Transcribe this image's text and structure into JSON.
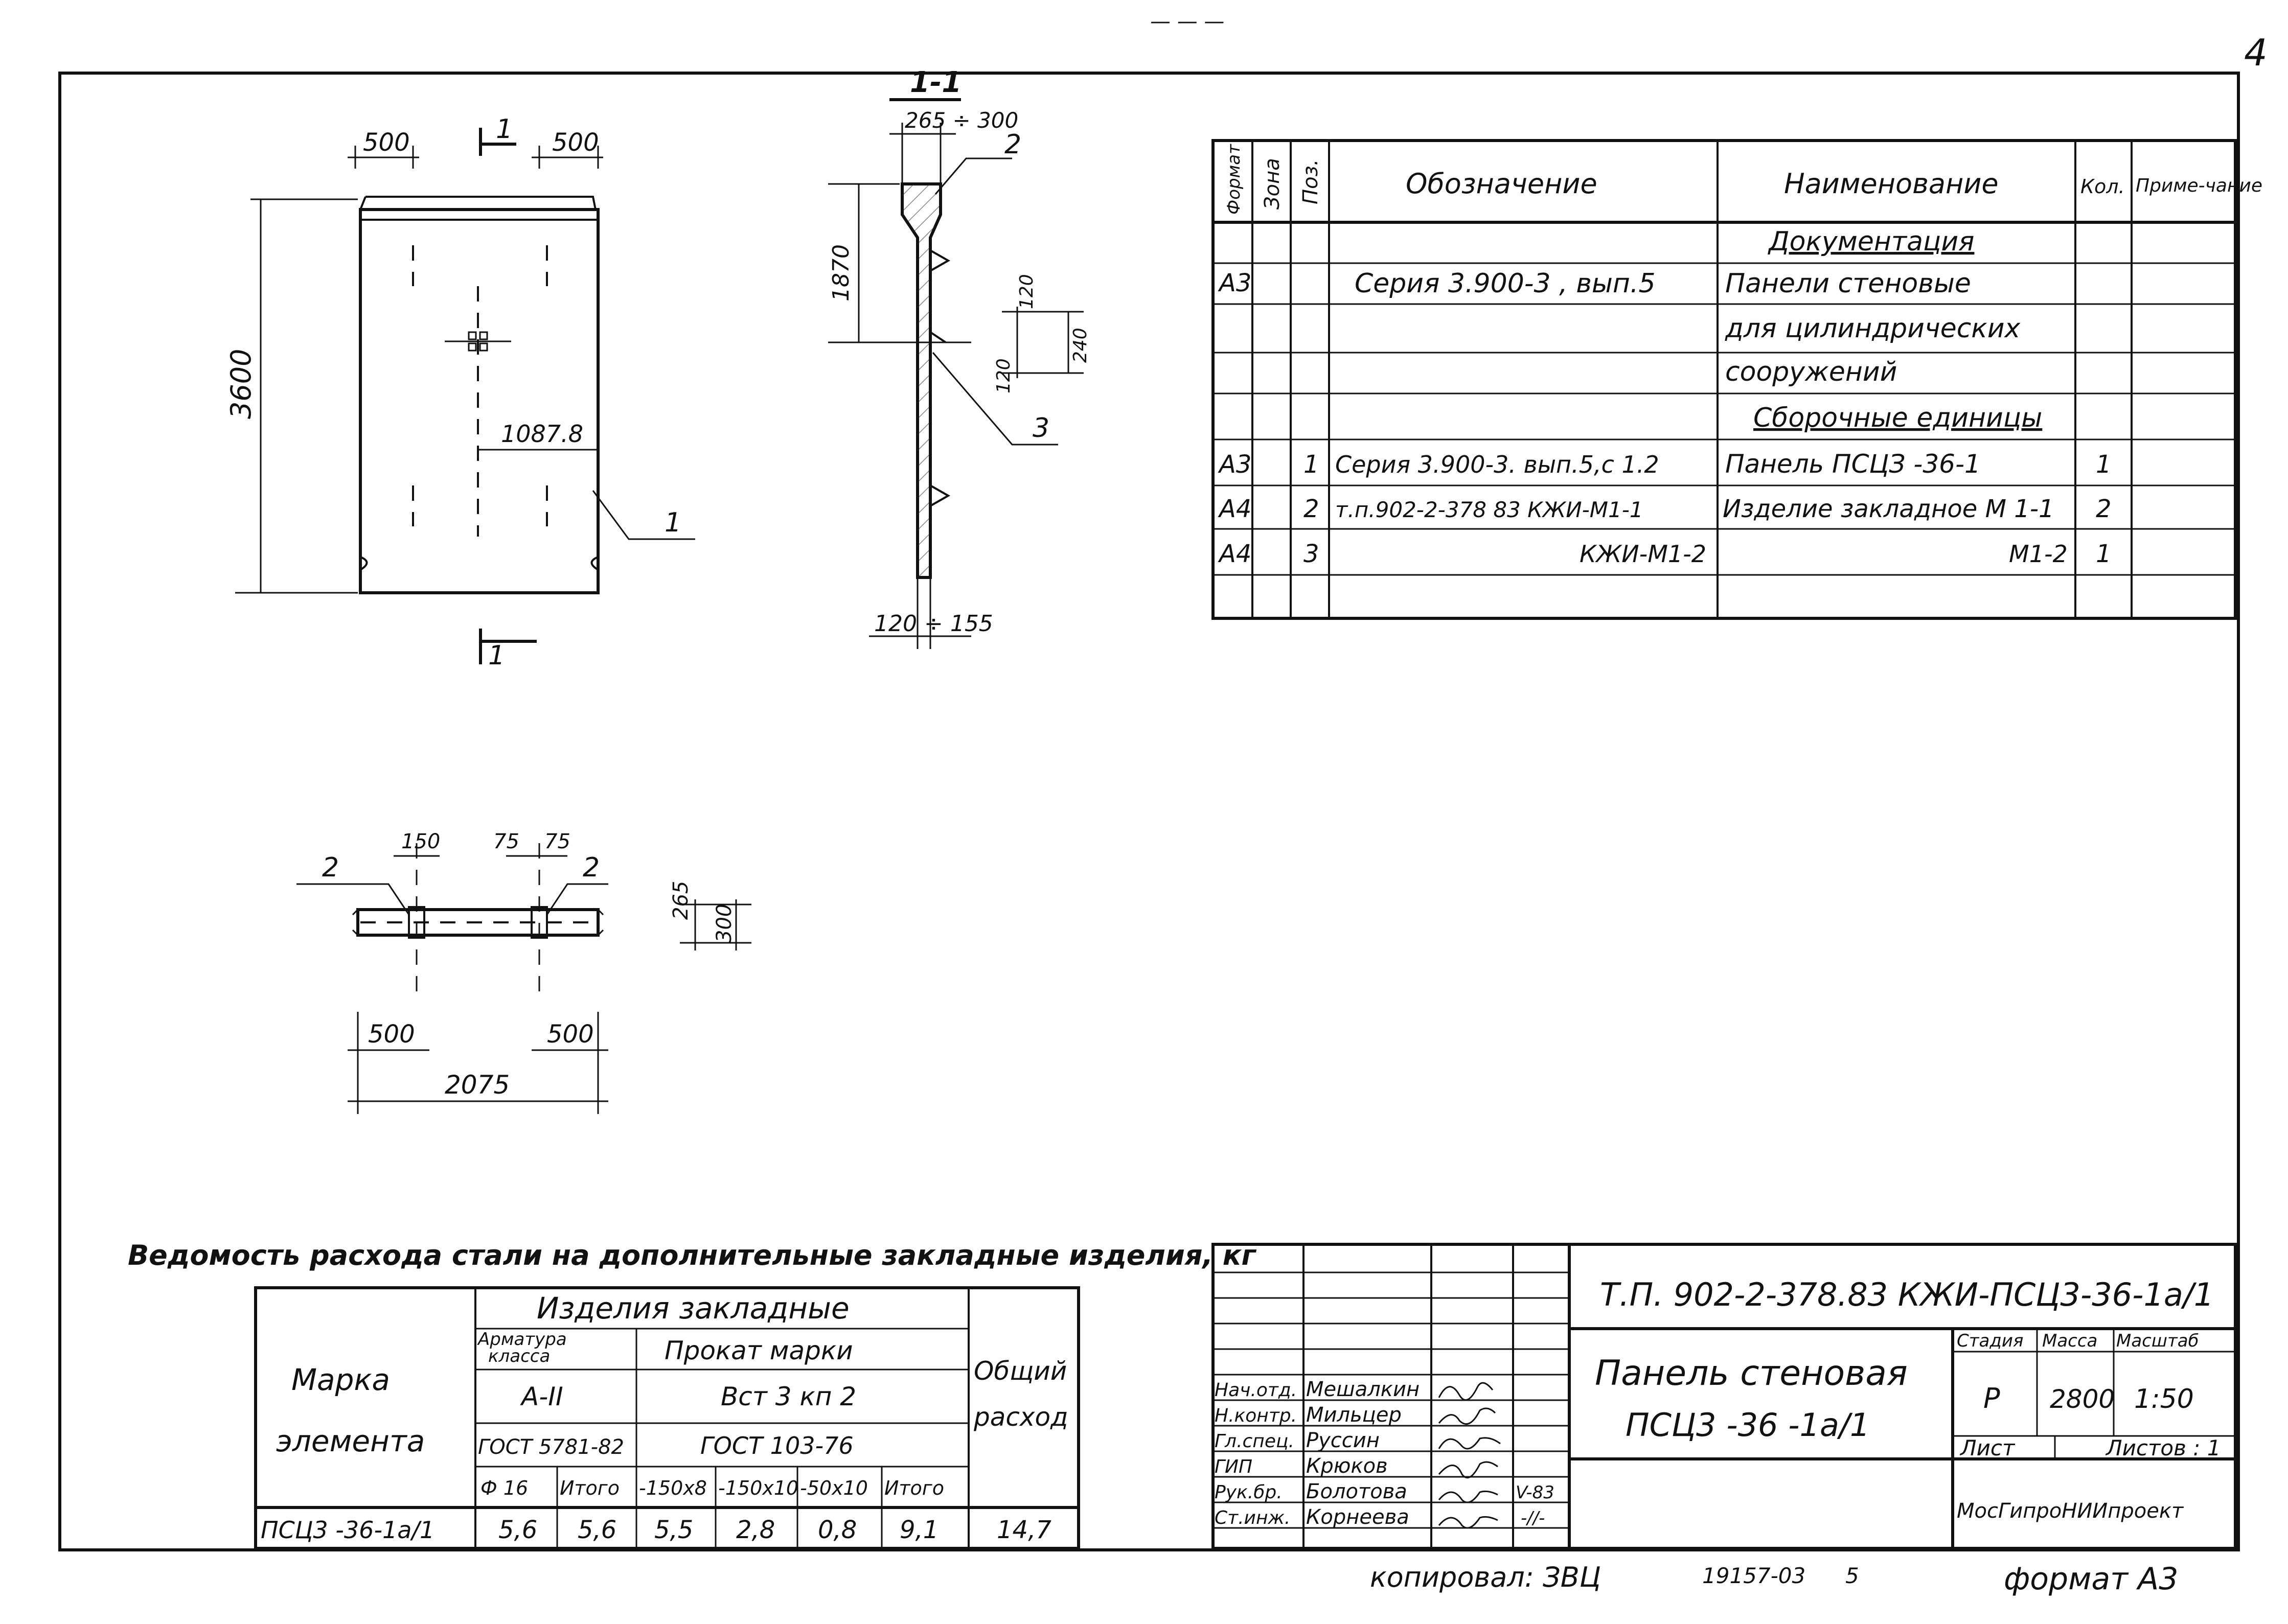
{
  "sheet": {
    "page_number": "4",
    "top_marks": "— — —"
  },
  "drawing": {
    "section_label": "1-1",
    "cut_mark": "1",
    "main_view": {
      "dim_left": "500",
      "dim_right": "500",
      "height": "3600",
      "inner_dim": "1087.8",
      "pos_ref": "1"
    },
    "section_view": {
      "thickness_top": "265 ÷ 300",
      "thickness_bottom": "120 ÷ 155",
      "dim_1870": "1870",
      "dim_120a": "120",
      "dim_120b": "120",
      "dim_240": "240",
      "pos_2": "2",
      "pos_3": "3"
    },
    "plan_view": {
      "dim_150": "150",
      "dim_75a": "75",
      "dim_75b": "75",
      "dim_265": "265",
      "dim_300": "300",
      "dim_500a": "500",
      "dim_500b": "500",
      "dim_2075": "2075",
      "pos_2a": "2",
      "pos_2b": "2"
    }
  },
  "spec": {
    "headers": {
      "format": "Формат",
      "zone": "Зона",
      "pos": "Поз.",
      "designation": "Обозначение",
      "name": "Наименование",
      "qty": "Кол.",
      "note": "Приме-чание"
    },
    "rows": [
      {
        "format": "",
        "zone": "",
        "pos": "",
        "designation": "",
        "name": "Документация",
        "qty": "",
        "note": ""
      },
      {
        "format": "А3",
        "zone": "",
        "pos": "",
        "designation": "Серия 3.900-3 , вып.5",
        "name": "Панели стеновые",
        "qty": "",
        "note": ""
      },
      {
        "format": "",
        "zone": "",
        "pos": "",
        "designation": "",
        "name": "для цилиндрических",
        "qty": "",
        "note": ""
      },
      {
        "format": "",
        "zone": "",
        "pos": "",
        "designation": "",
        "name": "сооружений",
        "qty": "",
        "note": ""
      },
      {
        "format": "",
        "zone": "",
        "pos": "",
        "designation": "",
        "name": "Сборочные единицы",
        "qty": "",
        "note": ""
      },
      {
        "format": "А3",
        "zone": "",
        "pos": "1",
        "designation": "Серия 3.900-3. вып.5,с 1.2",
        "name": "Панель ПСЦЗ -36-1",
        "qty": "1",
        "note": ""
      },
      {
        "format": "А4",
        "zone": "",
        "pos": "2",
        "designation": "т.п.902-2-378 83  КЖИ-М1-1",
        "name": "Изделие закладное  М 1-1",
        "qty": "2",
        "note": ""
      },
      {
        "format": "А4",
        "zone": "",
        "pos": "3",
        "designation": "КЖИ-М1-2",
        "name": "М1-2",
        "qty": "1",
        "note": ""
      },
      {
        "format": "",
        "zone": "",
        "pos": "",
        "designation": "",
        "name": "",
        "qty": "",
        "note": ""
      }
    ]
  },
  "steel": {
    "title": "Ведомость расхода стали на дополнительные закладные изделия, кг",
    "header_mark_1": "Марка",
    "header_mark_2": "элемента",
    "header_group": "Изделия   закладные",
    "header_arm_1": "Арматура",
    "header_arm_2": "класса",
    "header_arm_class": "А-II",
    "header_arm_gost": "ГОСТ 5781-82",
    "header_prokat": "Прокат марки",
    "header_prokat_mark": "Вст 3 кп 2",
    "header_prokat_gost": "ГОСТ 103-76",
    "header_total_1": "Общий",
    "header_total_2": "расход",
    "sub_headers": [
      "Ф 16",
      "Итого",
      "-150x8",
      "-150x10",
      "-50x10",
      "Итого"
    ],
    "row": {
      "mark": "ПСЦ3 -36-1а/1",
      "values": [
        "5,6",
        "5,6",
        "5,5",
        "2,8",
        "0,8",
        "9,1"
      ],
      "total": "14,7"
    }
  },
  "title_block": {
    "doc_code": "Т.П. 902-2-378.83    КЖИ-ПСЦ3-36-1а/1",
    "title_1": "Панель  стеновая",
    "title_2": "ПСЦ3 -36 -1а/1",
    "stage_label": "Стадия",
    "mass_label": "Масса",
    "scale_label": "Масштаб",
    "stage": "Р",
    "mass": "2800",
    "scale": "1:50",
    "sheet_label": "Лист",
    "sheets_label": "Листов : 1",
    "org": "МосГипроНИИпроект",
    "staff": [
      {
        "role": "Нач.отд.",
        "name": "Мешалкин",
        "sign": "",
        "date": ""
      },
      {
        "role": "Н.контр.",
        "name": "Мильцер",
        "sign": "",
        "date": ""
      },
      {
        "role": "Гл.спец.",
        "name": "Руссин",
        "sign": "",
        "date": ""
      },
      {
        "role": "ГИП",
        "name": "Крюков",
        "sign": "",
        "date": ""
      },
      {
        "role": "Рук.бр.",
        "name": "Болотова",
        "sign": "",
        "date": "V-83"
      },
      {
        "role": "Ст.инж.",
        "name": "Корнеева",
        "sign": "",
        "date": "-//-"
      }
    ]
  },
  "footer": {
    "copied": "копировал: ЗВЦ",
    "order": "19157-03",
    "order_sheet": "5",
    "format": "формат А3"
  }
}
